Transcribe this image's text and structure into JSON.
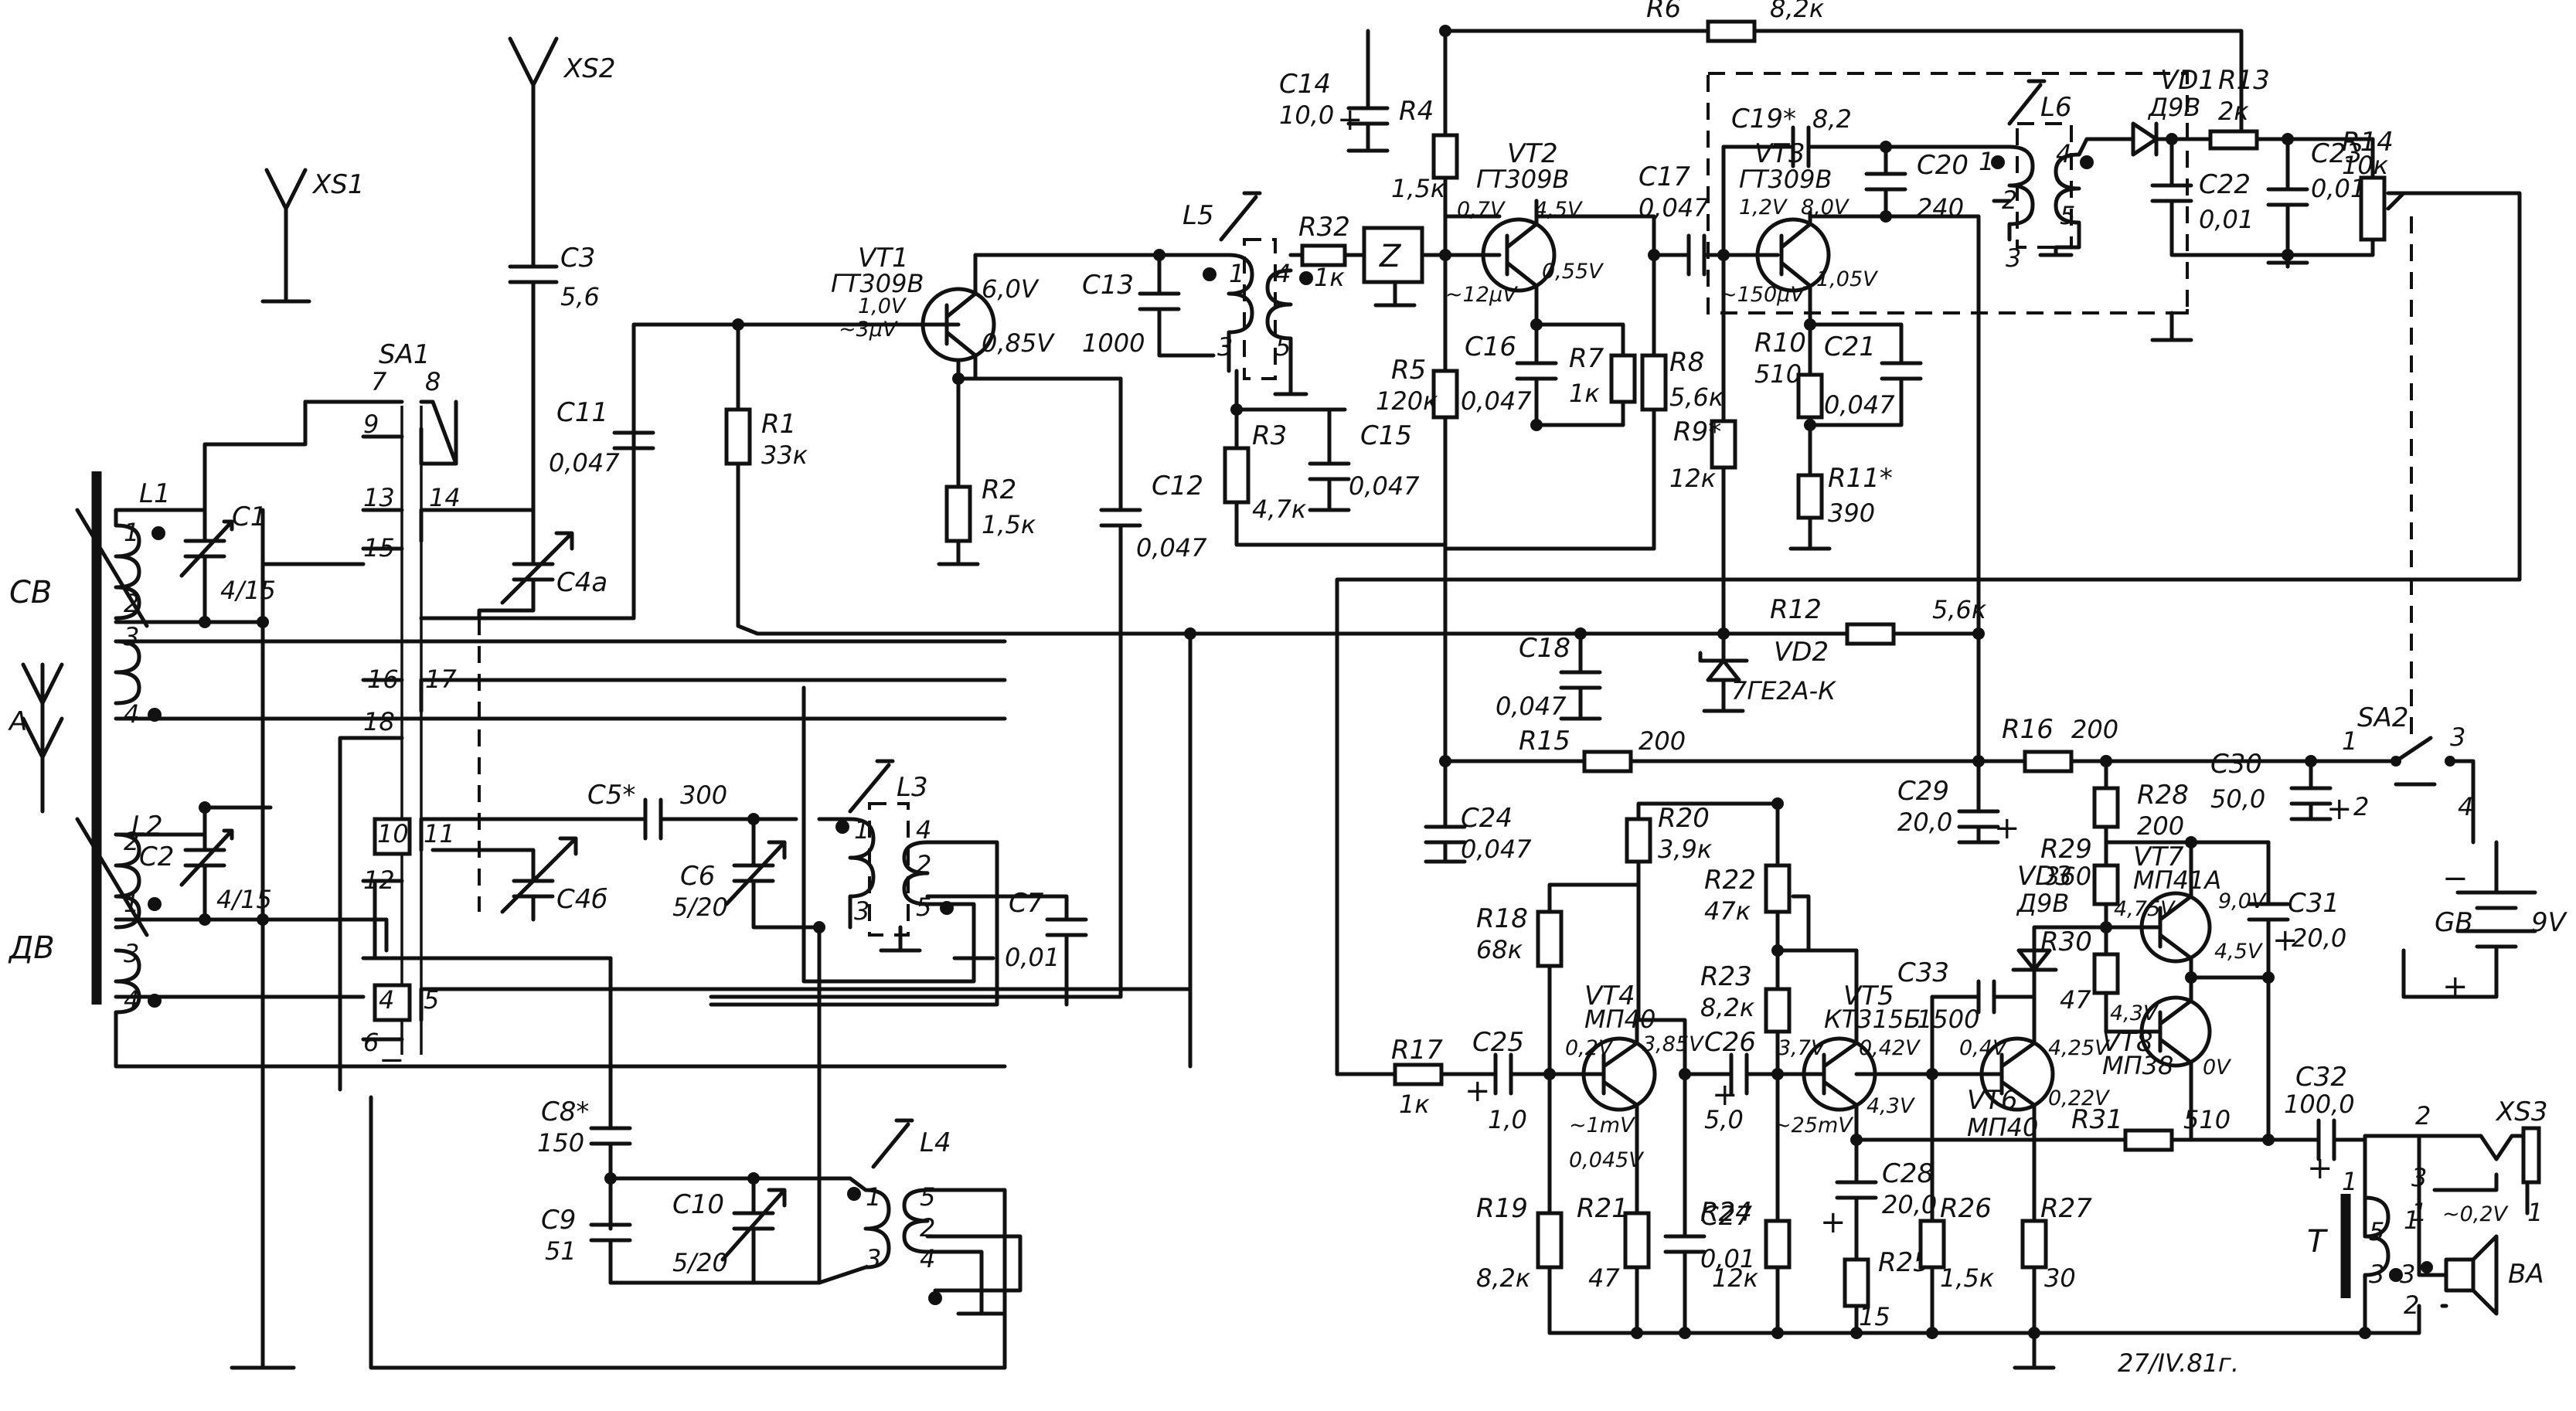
{
  "antennas": {
    "xs1": "XS1",
    "xs2": "XS2",
    "a": "A"
  },
  "bands": {
    "sv": "СВ",
    "dv": "ДВ"
  },
  "switches": {
    "sa1": "SA1",
    "sa2": "SA2",
    "sa1_contacts": [
      "7",
      "8",
      "9",
      "13",
      "14",
      "15",
      "16",
      "17",
      "18",
      "10",
      "11",
      "12",
      "4",
      "5",
      "6"
    ],
    "sa2_contacts": [
      "1",
      "2",
      "3",
      "4"
    ]
  },
  "inductors": {
    "l1": "L1",
    "l2": "L2",
    "l3": "L3",
    "l4": "L4",
    "l5": "L5",
    "l6": "L6",
    "t": "T",
    "pins": {
      "l1": [
        "1",
        "2",
        "3",
        "4"
      ],
      "l2": [
        "2",
        "1",
        "3",
        "4"
      ],
      "l3": [
        "1",
        "3",
        "4",
        "2",
        "5"
      ],
      "l4": [
        "1",
        "3",
        "5",
        "2",
        "4"
      ],
      "l5": [
        "1",
        "3",
        "4",
        "5"
      ],
      "l6": [
        "1",
        "2",
        "3",
        "4",
        "5"
      ],
      "t": [
        "1",
        "5",
        "3"
      ]
    }
  },
  "capacitors": {
    "c1": {
      "name": "C1",
      "value": "4/15"
    },
    "c2": {
      "name": "C2",
      "value": "4/15"
    },
    "c3": {
      "name": "C3",
      "value": "5,6"
    },
    "c4a": {
      "name": "C4a"
    },
    "c4b": {
      "name": "C4б"
    },
    "c5": {
      "name": "C5*",
      "value": "300"
    },
    "c6": {
      "name": "C6",
      "value": "5/20"
    },
    "c7": {
      "name": "C7",
      "value": "0,01"
    },
    "c8": {
      "name": "C8*",
      "value": "150"
    },
    "c9": {
      "name": "C9",
      "value": "51"
    },
    "c10": {
      "name": "C10",
      "value": "5/20"
    },
    "c11": {
      "name": "C11",
      "value": "0,047"
    },
    "c12": {
      "name": "C12",
      "value": "0,047"
    },
    "c13": {
      "name": "C13",
      "value": "1000"
    },
    "c14": {
      "name": "C14",
      "value": "10,0"
    },
    "c15": {
      "name": "C15",
      "value": "0,047"
    },
    "c16": {
      "name": "C16",
      "value": "0,047"
    },
    "c17": {
      "name": "C17",
      "value": "0,047"
    },
    "c18": {
      "name": "C18",
      "value": "0,047"
    },
    "c19": {
      "name": "C19*",
      "value": "8,2"
    },
    "c20": {
      "name": "C20",
      "value": "240"
    },
    "c21": {
      "name": "C21",
      "value": "0,047"
    },
    "c22": {
      "name": "C22",
      "value": "0,01"
    },
    "c23": {
      "name": "C23",
      "value": "0,01"
    },
    "c24": {
      "name": "C24",
      "value": "0,047"
    },
    "c25": {
      "name": "C25",
      "value": "1,0"
    },
    "c26": {
      "name": "C26",
      "value": "5,0"
    },
    "c27": {
      "name": "C27",
      "value": "0,01"
    },
    "c28": {
      "name": "C28",
      "value": "20,0"
    },
    "c29": {
      "name": "C29",
      "value": "20,0"
    },
    "c30": {
      "name": "C30",
      "value": "50,0"
    },
    "c31": {
      "name": "C31",
      "value": "20,0"
    },
    "c32": {
      "name": "C32",
      "value": "100,0"
    },
    "c33": {
      "name": "C33",
      "value": "1500"
    }
  },
  "resistors": {
    "r1": {
      "name": "R1",
      "value": "33к"
    },
    "r2": {
      "name": "R2",
      "value": "1,5к"
    },
    "r3": {
      "name": "R3",
      "value": "4,7к"
    },
    "r4": {
      "name": "R4",
      "value": "1,5к"
    },
    "r5": {
      "name": "R5",
      "value": "120к"
    },
    "r6": {
      "name": "R6",
      "value": "8,2к"
    },
    "r7": {
      "name": "R7",
      "value": "1к"
    },
    "r8": {
      "name": "R8",
      "value": "5,6к"
    },
    "r9": {
      "name": "R9*",
      "value": "12к"
    },
    "r10": {
      "name": "R10",
      "value": "510"
    },
    "r11": {
      "name": "R11*",
      "value": "390"
    },
    "r12": {
      "name": "R12",
      "value": "5,6к"
    },
    "r13": {
      "name": "R13",
      "value": "2к"
    },
    "r14": {
      "name": "R14",
      "value": "10к"
    },
    "r15": {
      "name": "R15",
      "value": "200"
    },
    "r16": {
      "name": "R16",
      "value": "200"
    },
    "r17": {
      "name": "R17",
      "value": "1к"
    },
    "r18": {
      "name": "R18",
      "value": "68к"
    },
    "r19": {
      "name": "R19",
      "value": "8,2к"
    },
    "r20": {
      "name": "R20",
      "value": "3,9к"
    },
    "r21": {
      "name": "R21",
      "value": "47"
    },
    "r22": {
      "name": "R22",
      "value": "47к"
    },
    "r23": {
      "name": "R23",
      "value": "8,2к"
    },
    "r24": {
      "name": "R24",
      "value": "12к"
    },
    "r25": {
      "name": "R25",
      "value": "15"
    },
    "r26": {
      "name": "R26",
      "value": "1,5к"
    },
    "r27": {
      "name": "R27",
      "value": "30"
    },
    "r28": {
      "name": "R28",
      "value": "200"
    },
    "r29": {
      "name": "R29",
      "value": "360"
    },
    "r30": {
      "name": "R30",
      "value": "47"
    },
    "r31": {
      "name": "R31",
      "value": "510"
    },
    "r32": {
      "name": "R32",
      "value": "1к"
    }
  },
  "transistors": {
    "vt1": {
      "name": "VT1",
      "type": "ГТ309В",
      "v1": "1,0V",
      "v2": "~3µV",
      "vc": "6,0V",
      "ve": "0,85V"
    },
    "vt2": {
      "name": "VT2",
      "type": "ГТ309В",
      "vb": "0,7V",
      "vc": "4,5V",
      "ve": "0,55V",
      "sig": "~12µV"
    },
    "vt3": {
      "name": "VT3",
      "type": "ГТ309В",
      "vb": "1,2V",
      "vc": "8,0V",
      "ve": "1,05V",
      "sig": "~150µV"
    },
    "vt4": {
      "name": "VT4",
      "type": "МП40",
      "vb": "0,2V",
      "vc": "3,85V",
      "sig": "~1mV",
      "ve": "0,045V"
    },
    "vt5": {
      "name": "VT5",
      "type": "КТ315Б",
      "vb": "3,7V",
      "vc": "0,42V",
      "ve": "4,3V",
      "sig": "~25mV"
    },
    "vt6": {
      "name": "VT6",
      "type": "МП40",
      "vb": "0,4V",
      "vc": "4,25V",
      "ve": "0,22V"
    },
    "vt7": {
      "name": "VT7",
      "type": "МП41А",
      "vb": "4,75V",
      "vc": "9,0V",
      "ve": "4,5V"
    },
    "vt8": {
      "name": "VT8",
      "type": "МП38",
      "vb": "4,3V",
      "ve": "0V"
    }
  },
  "diodes": {
    "vd1": {
      "name": "VD1",
      "type": "Д9В"
    },
    "vd2": {
      "name": "VD2",
      "type": "7ГЕ2А-К"
    },
    "vd3": {
      "name": "VD3",
      "type": "Д9В"
    }
  },
  "filter": {
    "z": "Z"
  },
  "battery": {
    "name": "GB",
    "value": "9V"
  },
  "speaker": {
    "name": "BA",
    "voltage": "~0,2V"
  },
  "jack": {
    "name": "XS3",
    "pins": [
      "2",
      "3",
      "1",
      "1"
    ]
  },
  "speaker_pins": [
    "1",
    "3",
    "2"
  ],
  "signs": {
    "plus": "+",
    "minus": "−"
  },
  "date": "27/IV.81г."
}
